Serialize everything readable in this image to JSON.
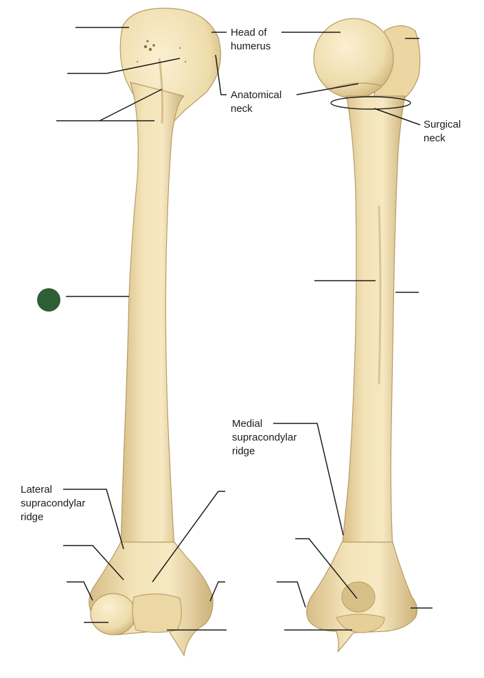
{
  "labels": {
    "head_line1": "Head of",
    "head_line2": "humerus",
    "anat_line1": "Anatomical",
    "anat_line2": "neck",
    "surg_line1": "Surgical",
    "surg_line2": "neck",
    "medial_line1": "Medial",
    "medial_line2": "supracondylar",
    "medial_line3": "ridge",
    "lateral_line1": "Lateral",
    "lateral_line2": "supracondylar",
    "lateral_line3": "ridge"
  },
  "colors": {
    "bone": "#f0deb0",
    "bone_shade": "#d9c08a",
    "bone_dark": "#b89a62",
    "leader": "#1a1a1a",
    "marker": "#2e5e33"
  },
  "marker_icon": "green-dot-icon"
}
